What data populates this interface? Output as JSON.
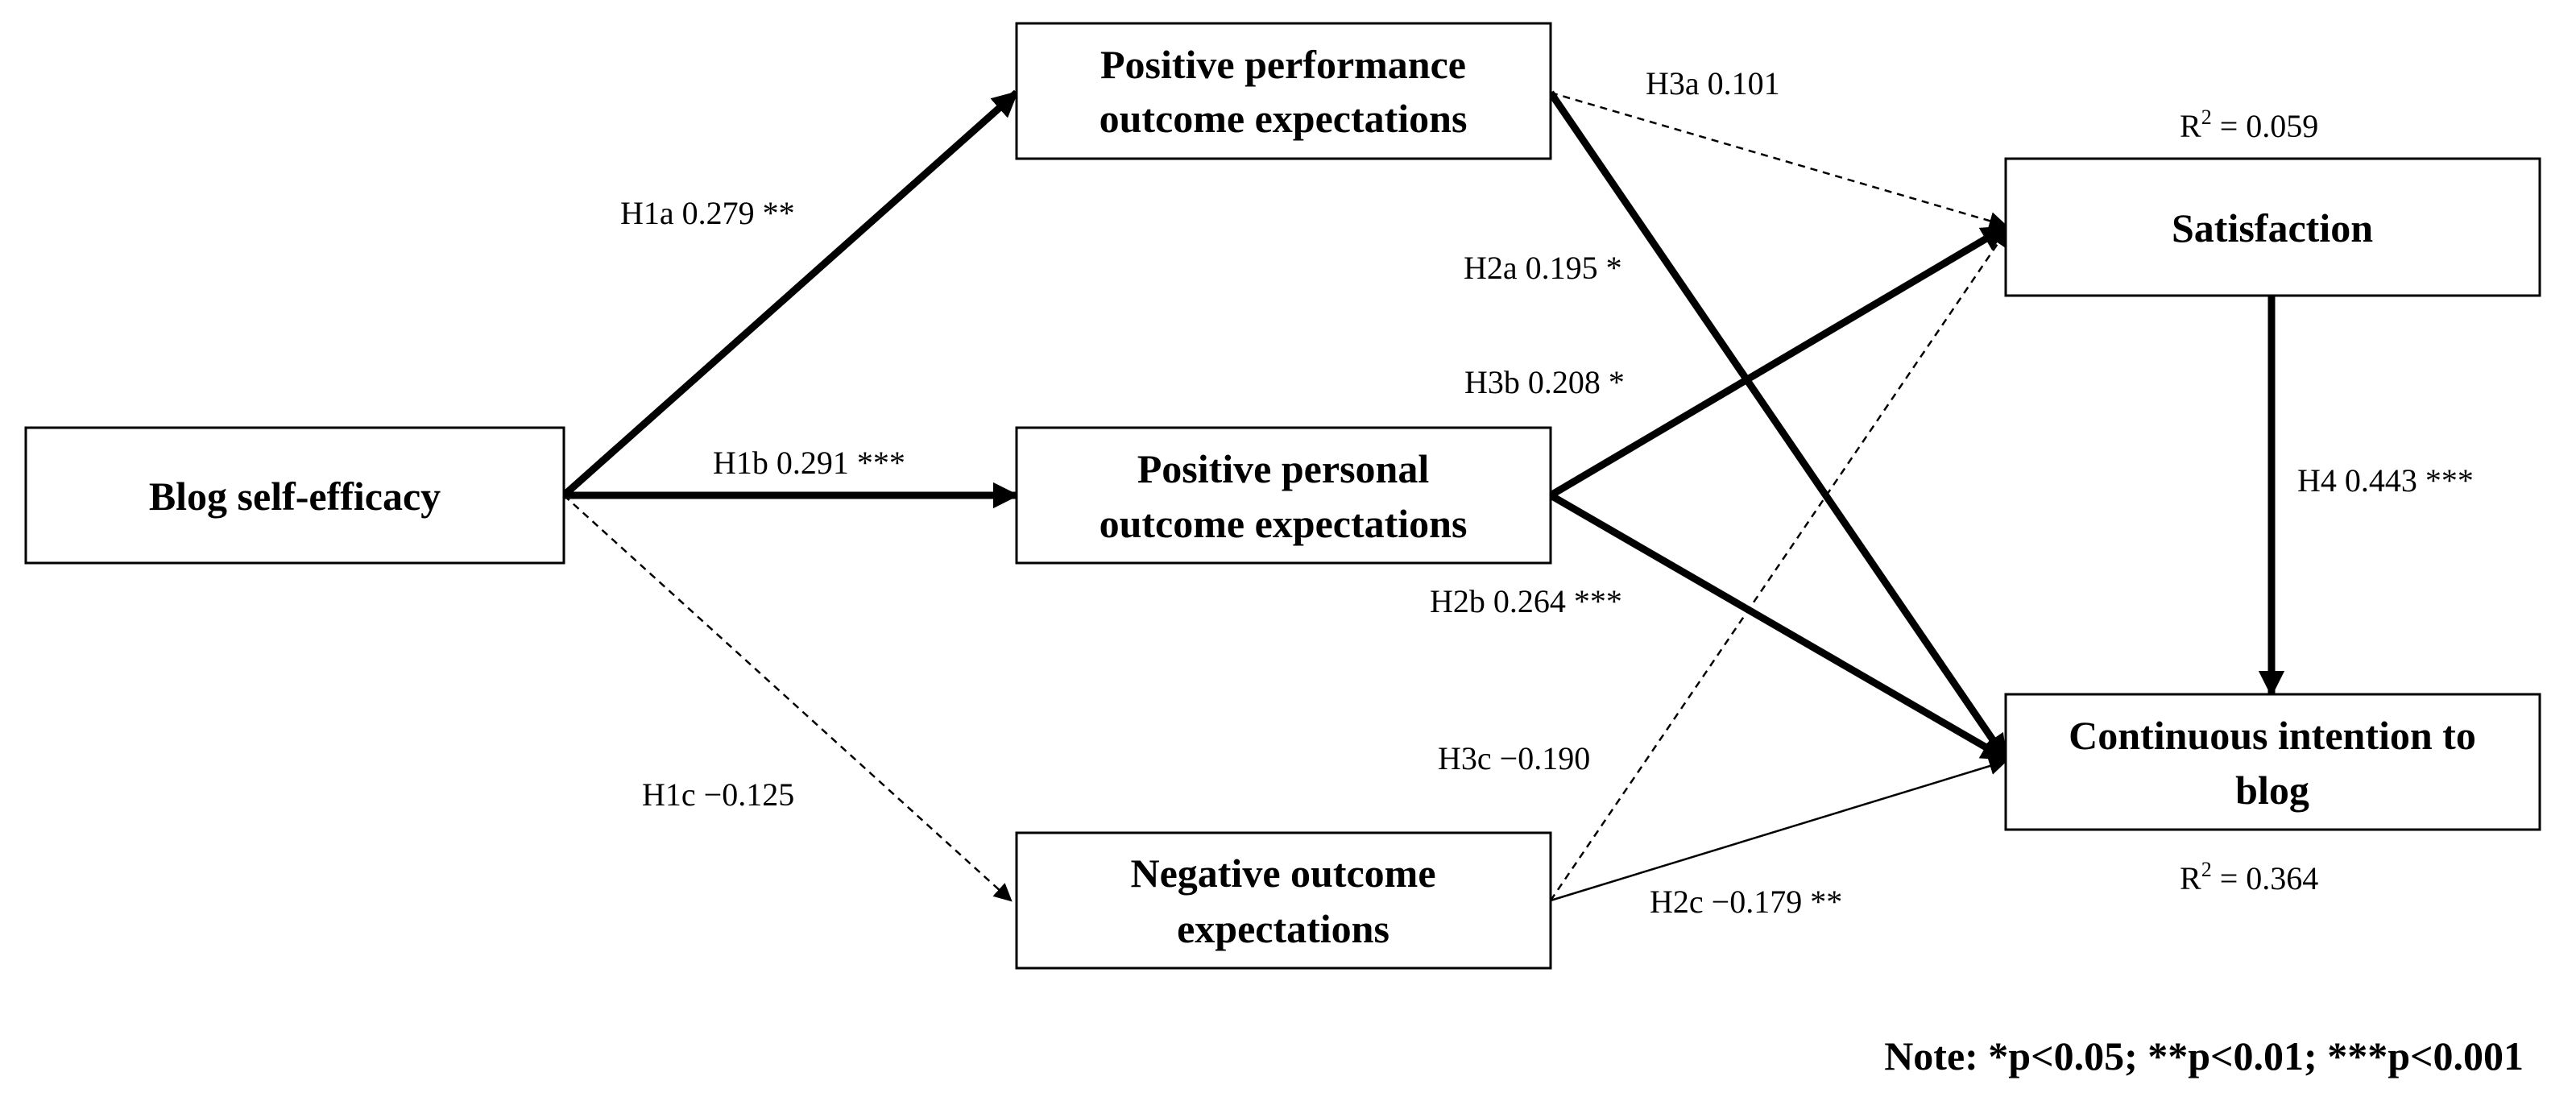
{
  "nodes": {
    "blog_self_efficacy": [
      "Blog self-efficacy"
    ],
    "positive_performance": [
      "Positive performance",
      "outcome expectations"
    ],
    "positive_personal": [
      "Positive personal",
      "outcome expectations"
    ],
    "negative_outcome": [
      "Negative outcome",
      "expectations"
    ],
    "satisfaction": [
      "Satisfaction"
    ],
    "continuous_intention": [
      "Continuous intention to",
      "blog"
    ]
  },
  "paths": {
    "h1a": "H1a 0.279 **",
    "h1b": "H1b 0.291 ***",
    "h1c": "H1c −0.125",
    "h2a": "H2a 0.195 *",
    "h2b": "H2b 0.264 ***",
    "h2c": "H2c −0.179 **",
    "h3a": "H3a 0.101",
    "h3b": "H3b 0.208 *",
    "h3c": "H3c −0.190",
    "h4": "H4 0.443 ***"
  },
  "r_squared": {
    "satisfaction": {
      "prefix": "R",
      "sup": "2",
      "value": " = 0.059"
    },
    "continuous_intention": {
      "prefix": "R",
      "sup": "2",
      "value": " = 0.364"
    }
  },
  "note": "Note: *p<0.05; **p<0.01; ***p<0.001"
}
